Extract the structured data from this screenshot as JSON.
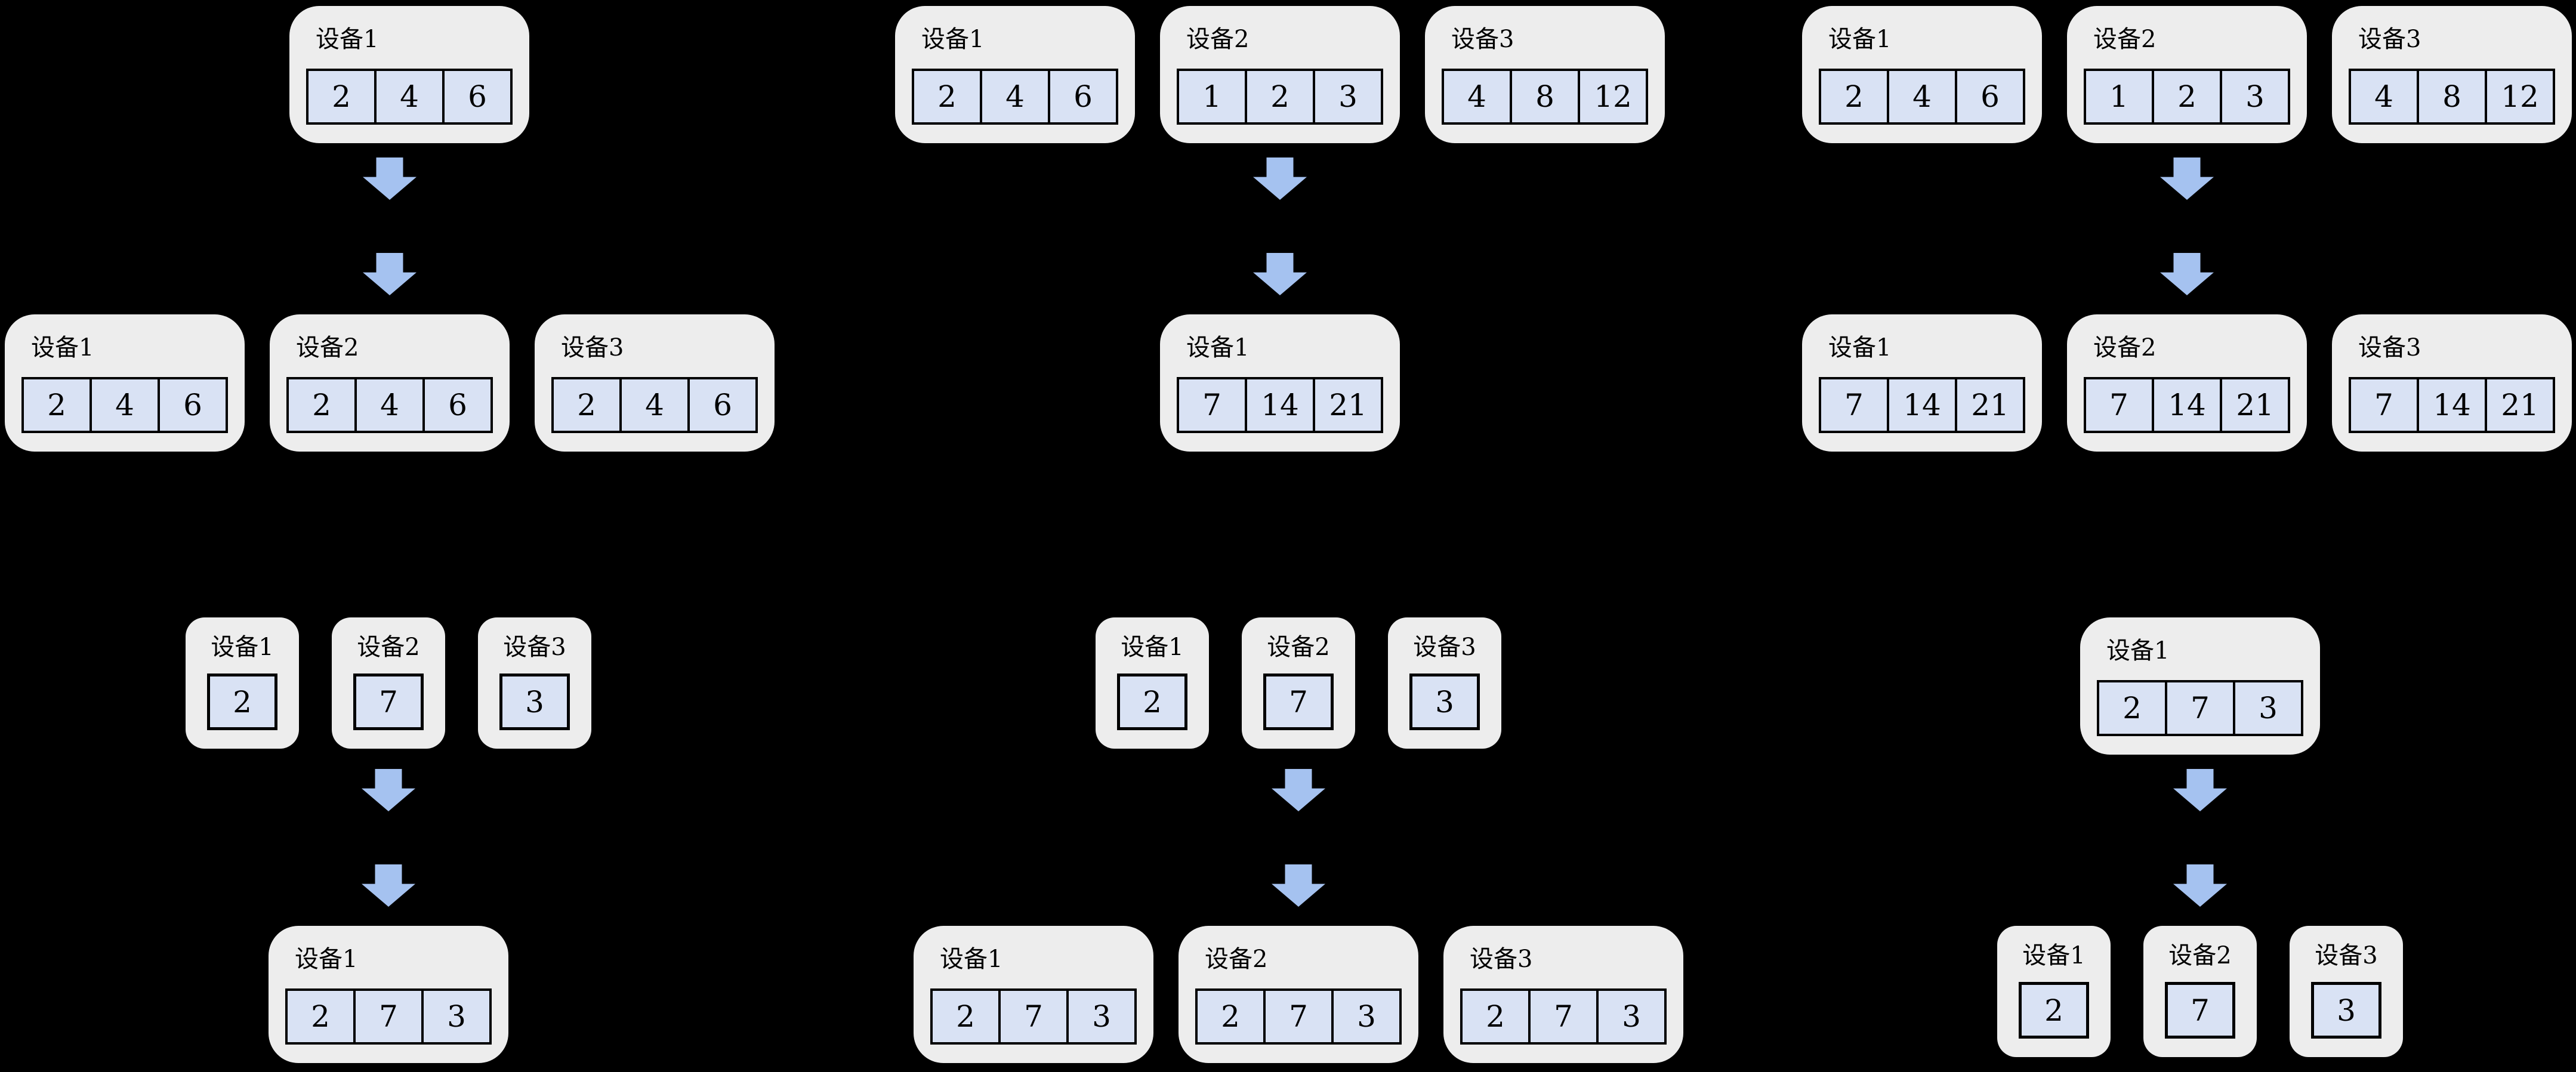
{
  "canvas": {
    "background": "#000000"
  },
  "colors": {
    "device_box_fill": "#ededed",
    "cell_fill": "#d9e2f4",
    "cell_border": "#000000",
    "arrow_fill": "#a5c2f0",
    "text_color": "#000000"
  },
  "icons": {
    "down_arrow": "block arrow pointing down (CSS clip-path shape)"
  },
  "panels": [
    {
      "stages": [
        {
          "devices": [
            {
              "label": "设备1",
              "cells": [
                "2",
                "4",
                "6"
              ]
            }
          ]
        },
        {
          "devices": [
            {
              "label": "设备1",
              "cells": [
                "2",
                "4",
                "6"
              ]
            },
            {
              "label": "设备2",
              "cells": [
                "2",
                "4",
                "6"
              ]
            },
            {
              "label": "设备3",
              "cells": [
                "2",
                "4",
                "6"
              ]
            }
          ]
        }
      ]
    },
    {
      "stages": [
        {
          "devices": [
            {
              "label": "设备1",
              "cells": [
                "2",
                "4",
                "6"
              ]
            },
            {
              "label": "设备2",
              "cells": [
                "1",
                "2",
                "3"
              ]
            },
            {
              "label": "设备3",
              "cells": [
                "4",
                "8",
                "12"
              ]
            }
          ]
        },
        {
          "devices": [
            {
              "label": "设备1",
              "cells": [
                "7",
                "14",
                "21"
              ]
            }
          ]
        }
      ]
    },
    {
      "stages": [
        {
          "devices": [
            {
              "label": "设备1",
              "cells": [
                "2",
                "4",
                "6"
              ]
            },
            {
              "label": "设备2",
              "cells": [
                "1",
                "2",
                "3"
              ]
            },
            {
              "label": "设备3",
              "cells": [
                "4",
                "8",
                "12"
              ]
            }
          ]
        },
        {
          "devices": [
            {
              "label": "设备1",
              "cells": [
                "7",
                "14",
                "21"
              ]
            },
            {
              "label": "设备2",
              "cells": [
                "7",
                "14",
                "21"
              ]
            },
            {
              "label": "设备3",
              "cells": [
                "7",
                "14",
                "21"
              ]
            }
          ]
        }
      ]
    },
    {
      "stages": [
        {
          "devices": [
            {
              "label": "设备1",
              "cells": [
                "2"
              ]
            },
            {
              "label": "设备2",
              "cells": [
                "7"
              ]
            },
            {
              "label": "设备3",
              "cells": [
                "3"
              ]
            }
          ]
        },
        {
          "devices": [
            {
              "label": "设备1",
              "cells": [
                "2",
                "7",
                "3"
              ]
            }
          ]
        }
      ]
    },
    {
      "stages": [
        {
          "devices": [
            {
              "label": "设备1",
              "cells": [
                "2"
              ]
            },
            {
              "label": "设备2",
              "cells": [
                "7"
              ]
            },
            {
              "label": "设备3",
              "cells": [
                "3"
              ]
            }
          ]
        },
        {
          "devices": [
            {
              "label": "设备1",
              "cells": [
                "2",
                "7",
                "3"
              ]
            },
            {
              "label": "设备2",
              "cells": [
                "2",
                "7",
                "3"
              ]
            },
            {
              "label": "设备3",
              "cells": [
                "2",
                "7",
                "3"
              ]
            }
          ]
        }
      ]
    },
    {
      "stages": [
        {
          "devices": [
            {
              "label": "设备1",
              "cells": [
                "2",
                "7",
                "3"
              ]
            }
          ]
        },
        {
          "devices": [
            {
              "label": "设备1",
              "cells": [
                "2"
              ]
            },
            {
              "label": "设备2",
              "cells": [
                "7"
              ]
            },
            {
              "label": "设备3",
              "cells": [
                "3"
              ]
            }
          ]
        }
      ]
    }
  ]
}
